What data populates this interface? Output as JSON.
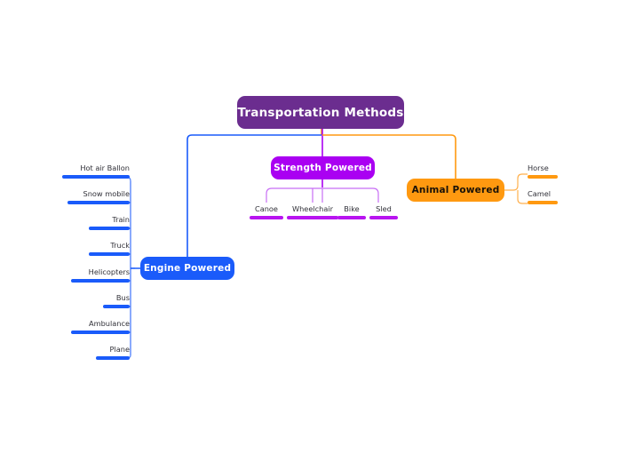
{
  "diagram": {
    "title": "Transportation Methods",
    "type": "mind-map",
    "colors": {
      "root": "#6b2d8f",
      "engine": "#1a5bfa",
      "strength": "#aa00f2",
      "animal": "#ff9910",
      "label_text": "#303038",
      "background": "#ffffff"
    },
    "root": {
      "label": "Transportation Methods"
    },
    "branches": [
      {
        "id": "engine",
        "label": "Engine Powered",
        "color": "#1a5bfa",
        "side": "left",
        "children": [
          {
            "label": "Hot air Ballon"
          },
          {
            "label": "Snow mobile"
          },
          {
            "label": "Train"
          },
          {
            "label": "Truck"
          },
          {
            "label": "Helicopters"
          },
          {
            "label": "Bus"
          },
          {
            "label": "Ambulance"
          },
          {
            "label": "Plane"
          }
        ]
      },
      {
        "id": "strength",
        "label": "Strength Powered",
        "color": "#aa00f2",
        "side": "center",
        "children": [
          {
            "label": "Canoe"
          },
          {
            "label": "Wheelchair"
          },
          {
            "label": "Bike"
          },
          {
            "label": "Sled"
          }
        ]
      },
      {
        "id": "animal",
        "label": "Animal Powered",
        "color": "#ff9910",
        "side": "right",
        "children": [
          {
            "label": "Horse"
          },
          {
            "label": "Camel"
          }
        ]
      }
    ]
  }
}
